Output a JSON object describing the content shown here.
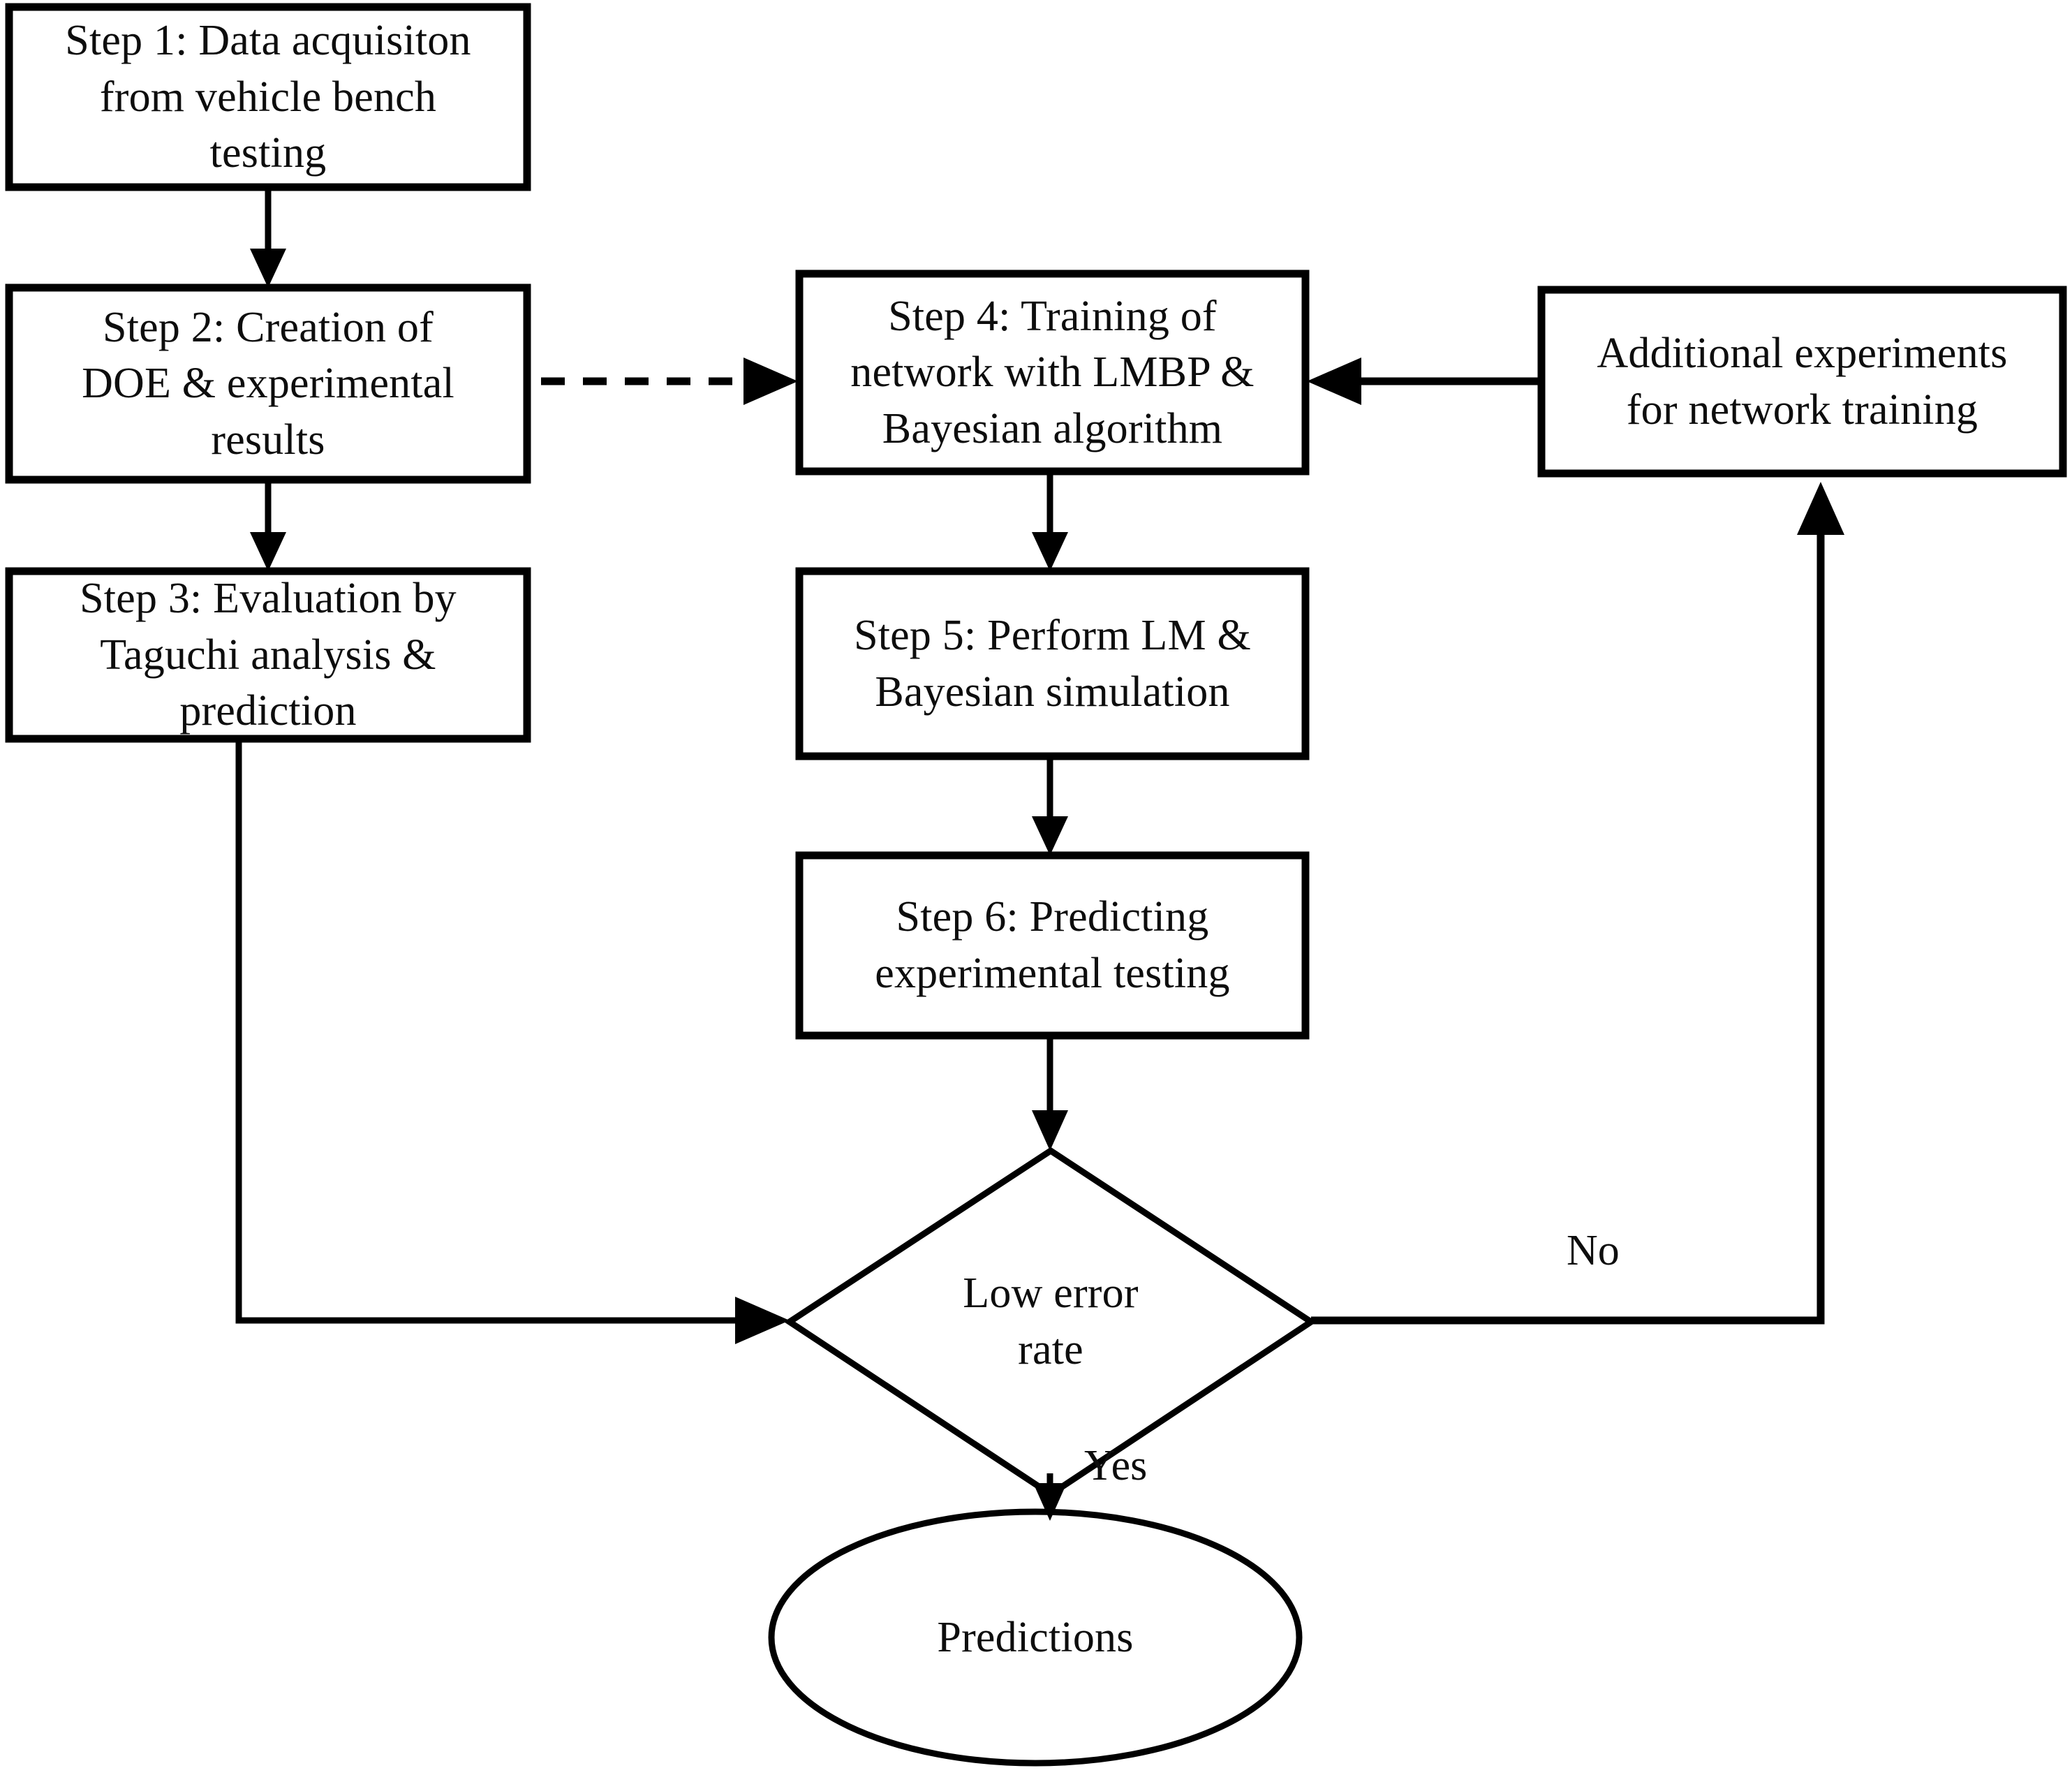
{
  "diagram": {
    "type": "flowchart",
    "title": "Neural network prediction methodology flowchart",
    "orientation": "top-to-bottom with feedback loop",
    "colors": {
      "background": "#ffffff",
      "stroke": "#000000",
      "text": "#0d0d0d"
    },
    "nodes": [
      {
        "id": "step1",
        "shape": "rectangle",
        "label": "Step 1: Data acquisiton\nfrom vehicle bench\ntesting"
      },
      {
        "id": "step2",
        "shape": "rectangle",
        "label": "Step 2: Creation of\nDOE & experimental\nresults"
      },
      {
        "id": "step3",
        "shape": "rectangle",
        "label": "Step 3: Evaluation by\nTaguchi analysis &\nprediction"
      },
      {
        "id": "step4",
        "shape": "rectangle",
        "label": "Step 4: Training of\nnetwork with LMBP &\nBayesian algorithm"
      },
      {
        "id": "step5",
        "shape": "rectangle",
        "label": "Step 5: Perform LM  &\nBayesian simulation"
      },
      {
        "id": "step6",
        "shape": "rectangle",
        "label": "Step 6: Predicting\nexperimental testing"
      },
      {
        "id": "additional",
        "shape": "rectangle",
        "label": "Additional experiments\nfor network training"
      },
      {
        "id": "decision",
        "shape": "diamond",
        "label": "Low error\nrate"
      },
      {
        "id": "predictions",
        "shape": "ellipse",
        "label": "Predictions"
      }
    ],
    "edges": [
      {
        "id": "e1",
        "from": "step1",
        "to": "step2",
        "style": "solid",
        "label": ""
      },
      {
        "id": "e2",
        "from": "step2",
        "to": "step3",
        "style": "solid",
        "label": ""
      },
      {
        "id": "e3",
        "from": "step2",
        "to": "step4",
        "style": "dashed",
        "label": ""
      },
      {
        "id": "e4",
        "from": "additional",
        "to": "step4",
        "style": "solid",
        "label": ""
      },
      {
        "id": "e5",
        "from": "step4",
        "to": "step5",
        "style": "solid",
        "label": ""
      },
      {
        "id": "e6",
        "from": "step5",
        "to": "step6",
        "style": "solid",
        "label": ""
      },
      {
        "id": "e7",
        "from": "step6",
        "to": "decision",
        "style": "solid",
        "label": ""
      },
      {
        "id": "e8",
        "from": "step3",
        "to": "decision",
        "style": "solid",
        "label": ""
      },
      {
        "id": "e9",
        "from": "decision",
        "to": "additional",
        "style": "solid",
        "label": "No"
      },
      {
        "id": "e10",
        "from": "decision",
        "to": "predictions",
        "style": "solid",
        "label": "Yes"
      }
    ],
    "edge_labels": {
      "no": "No",
      "yes": "Yes"
    }
  }
}
